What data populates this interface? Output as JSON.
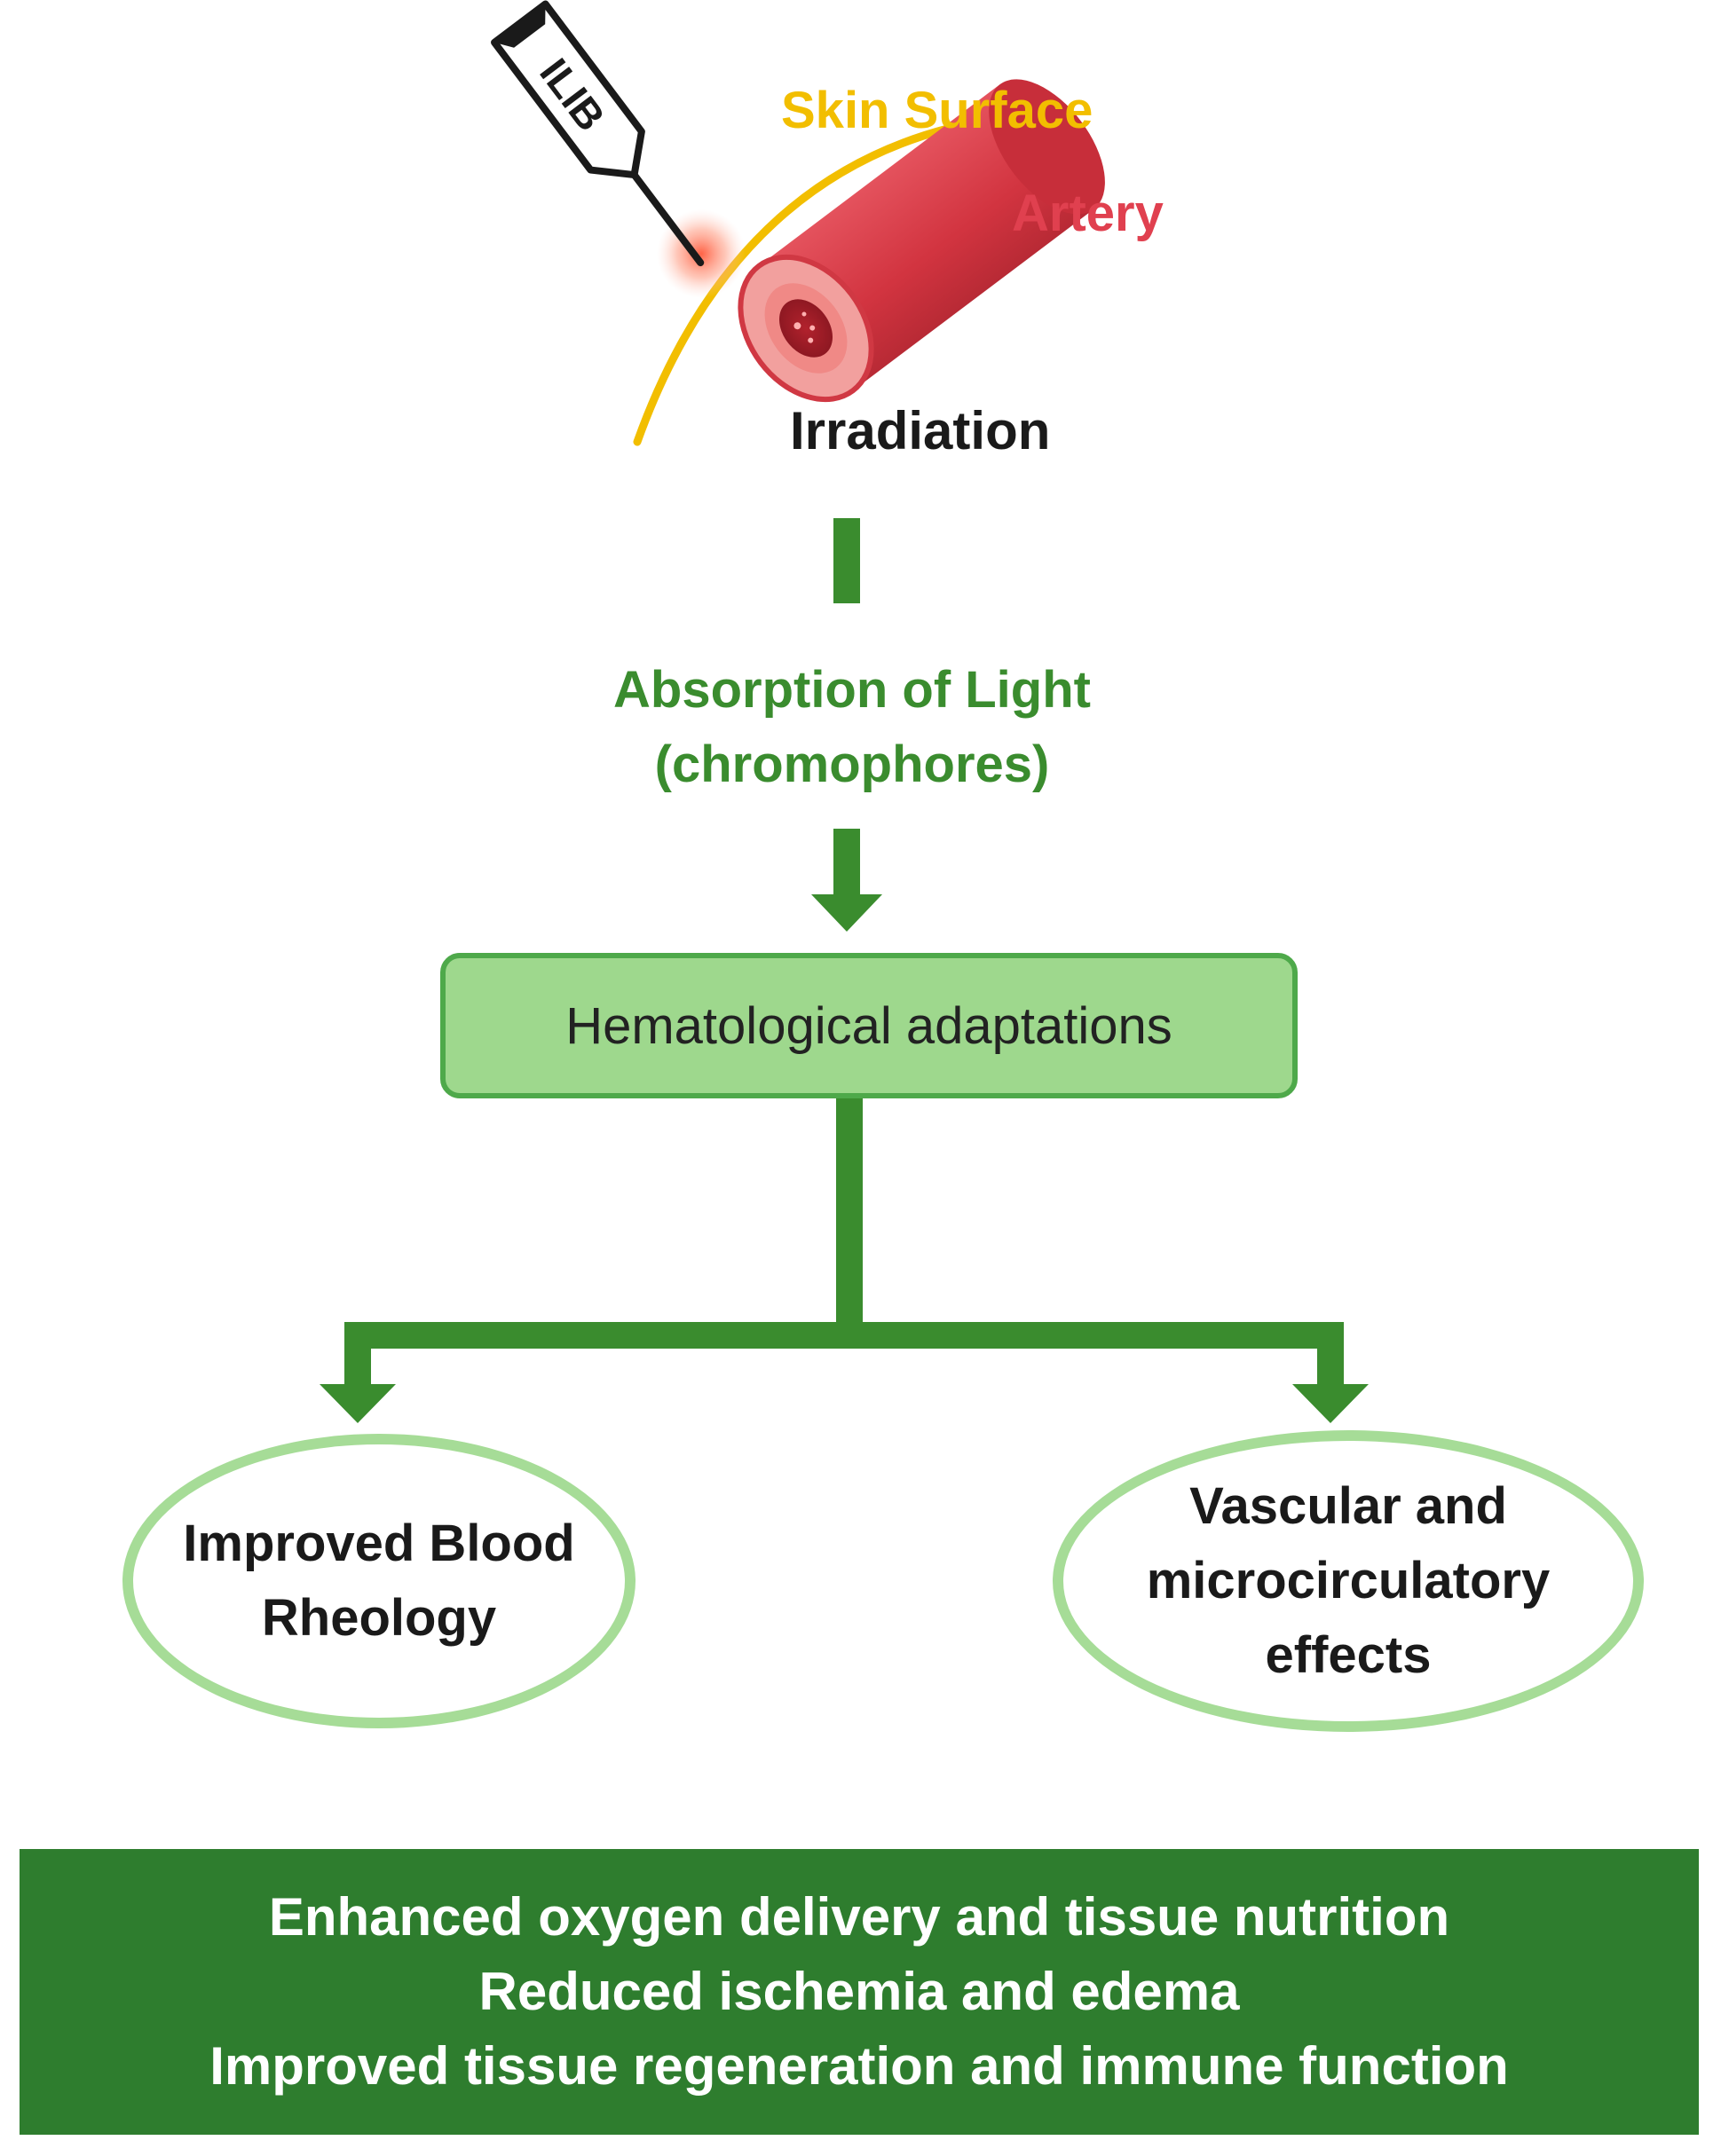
{
  "labels": {
    "device": "ILIB",
    "skin_surface": "Skin Surface",
    "artery": "Artery",
    "irradiation": "Irradiation"
  },
  "absorption": {
    "line1": "Absorption of Light",
    "line2": "(chromophores)"
  },
  "hematological_box": {
    "label": "Hematological adaptations"
  },
  "effects": {
    "left": [
      "Improved Blood",
      "Rheology"
    ],
    "right": [
      "Vascular and",
      "microcirculatory",
      "effects"
    ]
  },
  "outcomes": [
    "Enhanced oxygen delivery and tissue nutrition",
    "Reduced ischemia  and edema",
    "Improved tissue regeneration and immune function"
  ],
  "colors": {
    "skin_surface": "#f2be00",
    "artery": "#d9363f",
    "flow_green": "#3a8c2e",
    "box_fill": "#9ed88d",
    "outcome_fill": "#2e7d2e"
  }
}
